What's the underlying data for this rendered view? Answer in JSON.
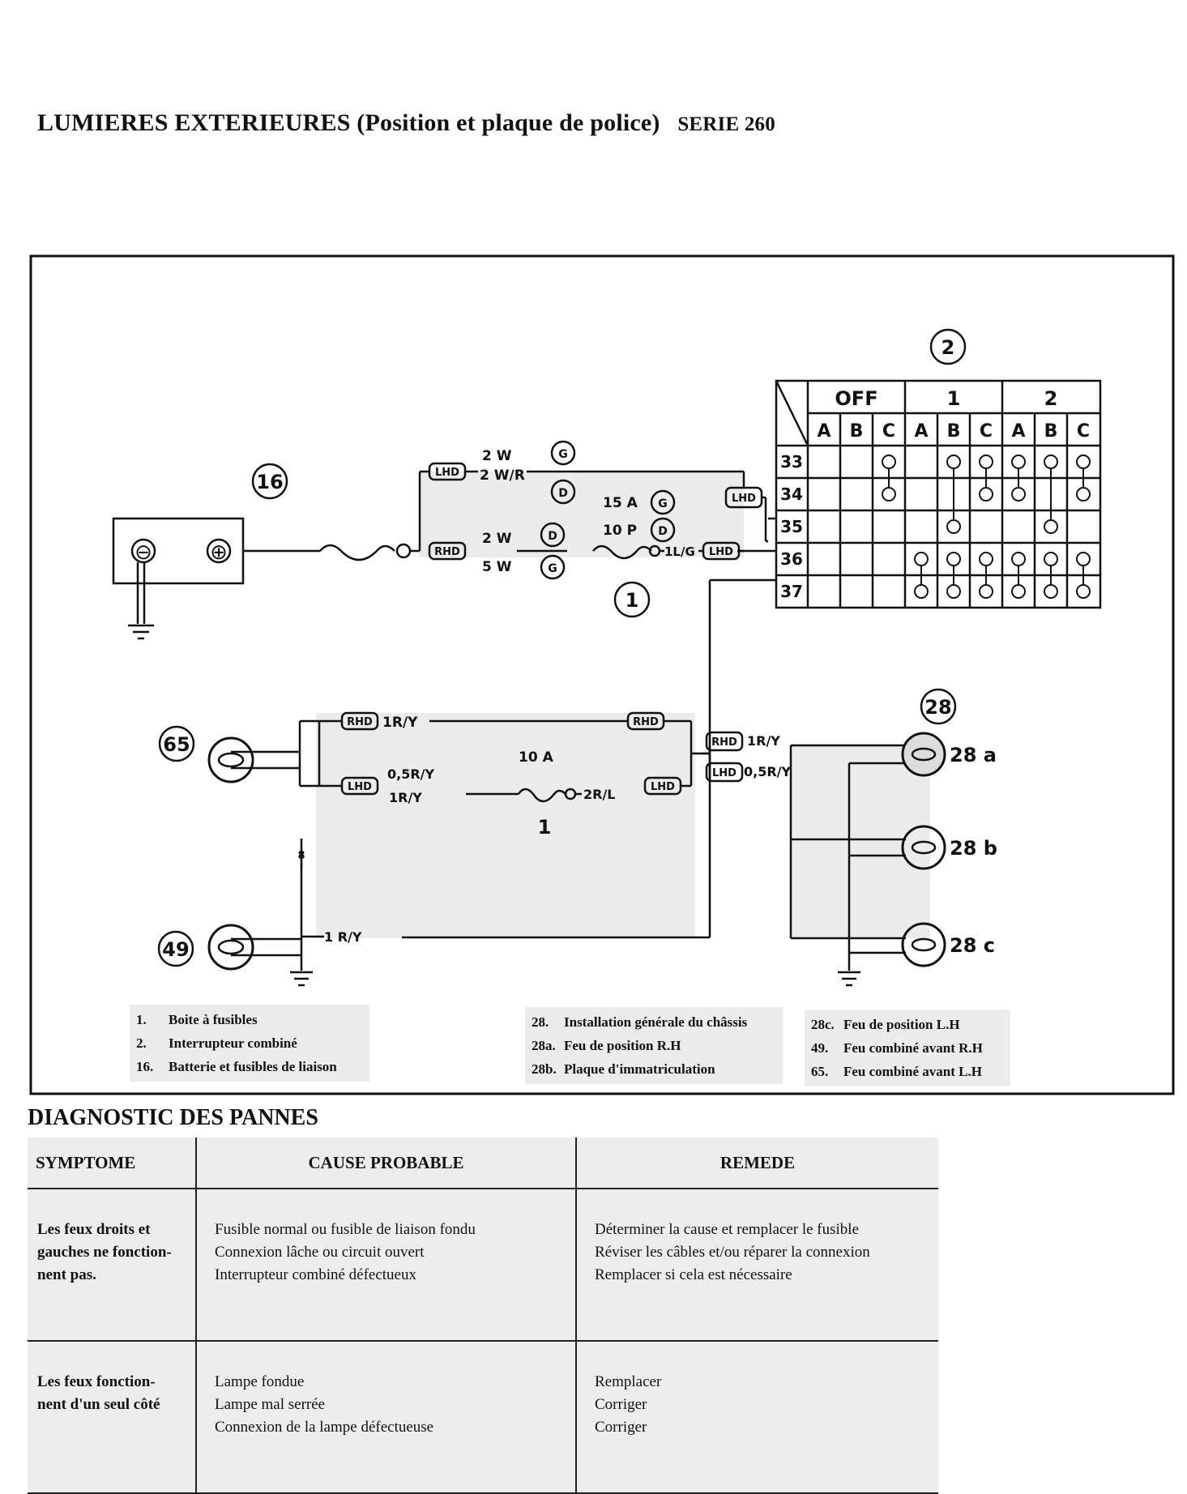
{
  "title": {
    "main": "LUMIERES EXTERIEURES (Position et plaque de police)",
    "serie": "SERIE 260"
  },
  "diagram": {
    "callouts": [
      "2",
      "16",
      "1",
      "1",
      "65",
      "49",
      "28"
    ],
    "switch_table": {
      "modes": [
        "OFF",
        "1",
        "2"
      ],
      "columns": [
        "A",
        "B",
        "C",
        "A",
        "B",
        "C",
        "A",
        "B",
        "C"
      ],
      "rows": [
        "33",
        "34",
        "35",
        "36",
        "37"
      ]
    },
    "battery": {
      "minus": "⊖",
      "plus": "⊕"
    },
    "fuse_box_upper": {
      "lhd": "LHD",
      "rhd": "RHD",
      "wire_2w": "2 W",
      "wire_2wr": "2 W/R",
      "wire_2w_b": "2 W",
      "wire_5w": "5 W",
      "marker_g": "G",
      "marker_d": "D",
      "fuse_15a": "15 A",
      "fuse_10p": "10 P",
      "wire_1lg": "1L/G"
    },
    "fuse_box_lower": {
      "rhd": "RHD",
      "lhd": "LHD",
      "wire_1ry": "1R/Y",
      "wire_05ry": "0,5R/Y",
      "wire_1ry_b": "1R/Y",
      "fuse_10a": "10 A",
      "wire_2rl": "2R/L",
      "wire_8": "8",
      "wire_1ry_c": "1 R/Y",
      "rhd_right": "RHD",
      "lhd_right": "LHD",
      "wire_1ry_right": "1R/Y",
      "wire_05ry_right": "0,5R/Y"
    },
    "lamps": {
      "a": "28 a",
      "b": "28 b",
      "c": "28 c"
    }
  },
  "legend": {
    "col1": [
      {
        "num": "1.",
        "text": "Boite à fusibles"
      },
      {
        "num": "2.",
        "text": "Interrupteur combiné"
      },
      {
        "num": "16.",
        "text": "Batterie et fusibles de liaison"
      }
    ],
    "col2": [
      {
        "num": "28.",
        "text": "Installation générale du châssis"
      },
      {
        "num": "28a.",
        "text": "Feu de position R.H"
      },
      {
        "num": "28b.",
        "text": "Plaque d'immatriculation"
      }
    ],
    "col3": [
      {
        "num": "28c.",
        "text": "Feu de position L.H"
      },
      {
        "num": "49.",
        "text": "Feu combiné avant R.H"
      },
      {
        "num": "65.",
        "text": "Feu combiné avant L.H"
      }
    ]
  },
  "diagnostic": {
    "title": "DIAGNOSTIC DES PANNES",
    "headers": [
      "SYMPTOME",
      "CAUSE PROBABLE",
      "REMEDE"
    ],
    "rows": [
      {
        "symptom": [
          "Les feux droits et",
          "gauches ne fonction-",
          "nent pas."
        ],
        "causes": [
          "Fusible normal ou fusible de liaison fondu",
          "Connexion lâche ou circuit ouvert",
          "Interrupteur combiné défectueux"
        ],
        "remedies": [
          "Déterminer la cause et remplacer le fusible",
          "Réviser les câbles et/ou réparer la connexion",
          "Remplacer si cela est nécessaire"
        ]
      },
      {
        "symptom": [
          "Les feux fonction-",
          "nent d'un seul côté"
        ],
        "causes": [
          "Lampe fondue",
          "Lampe mal serrée",
          "Connexion de la lampe défectueuse"
        ],
        "remedies": [
          "Remplacer",
          "Corriger",
          "Corriger"
        ]
      }
    ]
  }
}
